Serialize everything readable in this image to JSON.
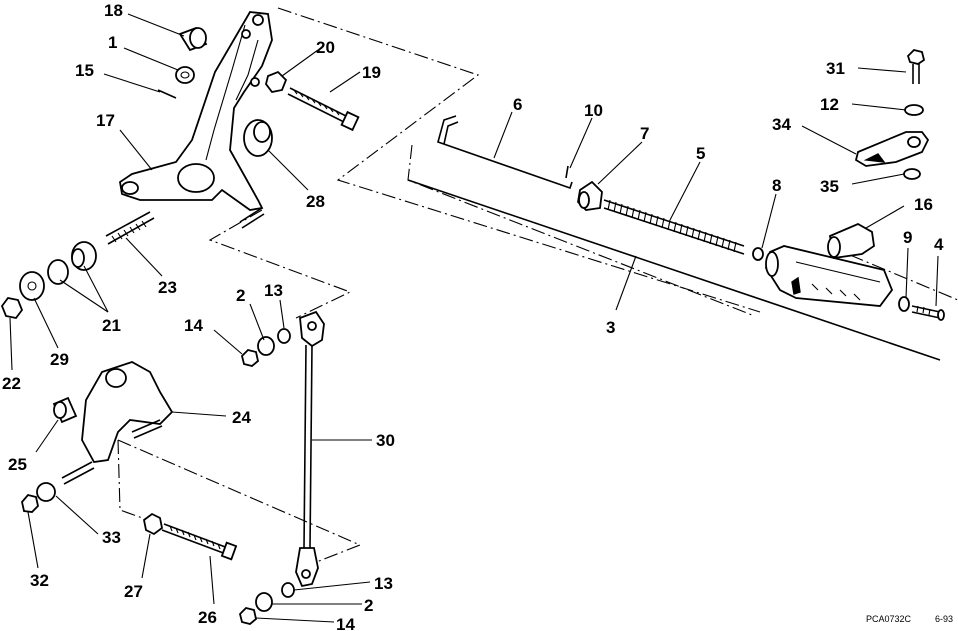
{
  "diagram": {
    "code": "PCA0732C",
    "date": "6-93",
    "callouts": [
      {
        "id": "c18a",
        "text": "18"
      },
      {
        "id": "c1",
        "text": "1"
      },
      {
        "id": "c15",
        "text": "15"
      },
      {
        "id": "c17",
        "text": "17"
      },
      {
        "id": "c20",
        "text": "20"
      },
      {
        "id": "c19",
        "text": "19"
      },
      {
        "id": "c28",
        "text": "28"
      },
      {
        "id": "c23",
        "text": "23"
      },
      {
        "id": "c21",
        "text": "21"
      },
      {
        "id": "c22",
        "text": "22"
      },
      {
        "id": "c29",
        "text": "29"
      },
      {
        "id": "c14a",
        "text": "14"
      },
      {
        "id": "c2a",
        "text": "2"
      },
      {
        "id": "c13a",
        "text": "13"
      },
      {
        "id": "c24",
        "text": "24"
      },
      {
        "id": "c25",
        "text": "25"
      },
      {
        "id": "c30",
        "text": "30"
      },
      {
        "id": "c33",
        "text": "33"
      },
      {
        "id": "c32",
        "text": "32"
      },
      {
        "id": "c27",
        "text": "27"
      },
      {
        "id": "c26",
        "text": "26"
      },
      {
        "id": "c13b",
        "text": "13"
      },
      {
        "id": "c2b",
        "text": "2"
      },
      {
        "id": "c14b",
        "text": "14"
      },
      {
        "id": "c6",
        "text": "6"
      },
      {
        "id": "c10",
        "text": "10"
      },
      {
        "id": "c7",
        "text": "7"
      },
      {
        "id": "c5",
        "text": "5"
      },
      {
        "id": "c8",
        "text": "8"
      },
      {
        "id": "c3",
        "text": "3"
      },
      {
        "id": "c31",
        "text": "31"
      },
      {
        "id": "c12",
        "text": "12"
      },
      {
        "id": "c34",
        "text": "34"
      },
      {
        "id": "c35",
        "text": "35"
      },
      {
        "id": "c16",
        "text": "16"
      },
      {
        "id": "c9",
        "text": "9"
      },
      {
        "id": "c4",
        "text": "4"
      }
    ]
  }
}
